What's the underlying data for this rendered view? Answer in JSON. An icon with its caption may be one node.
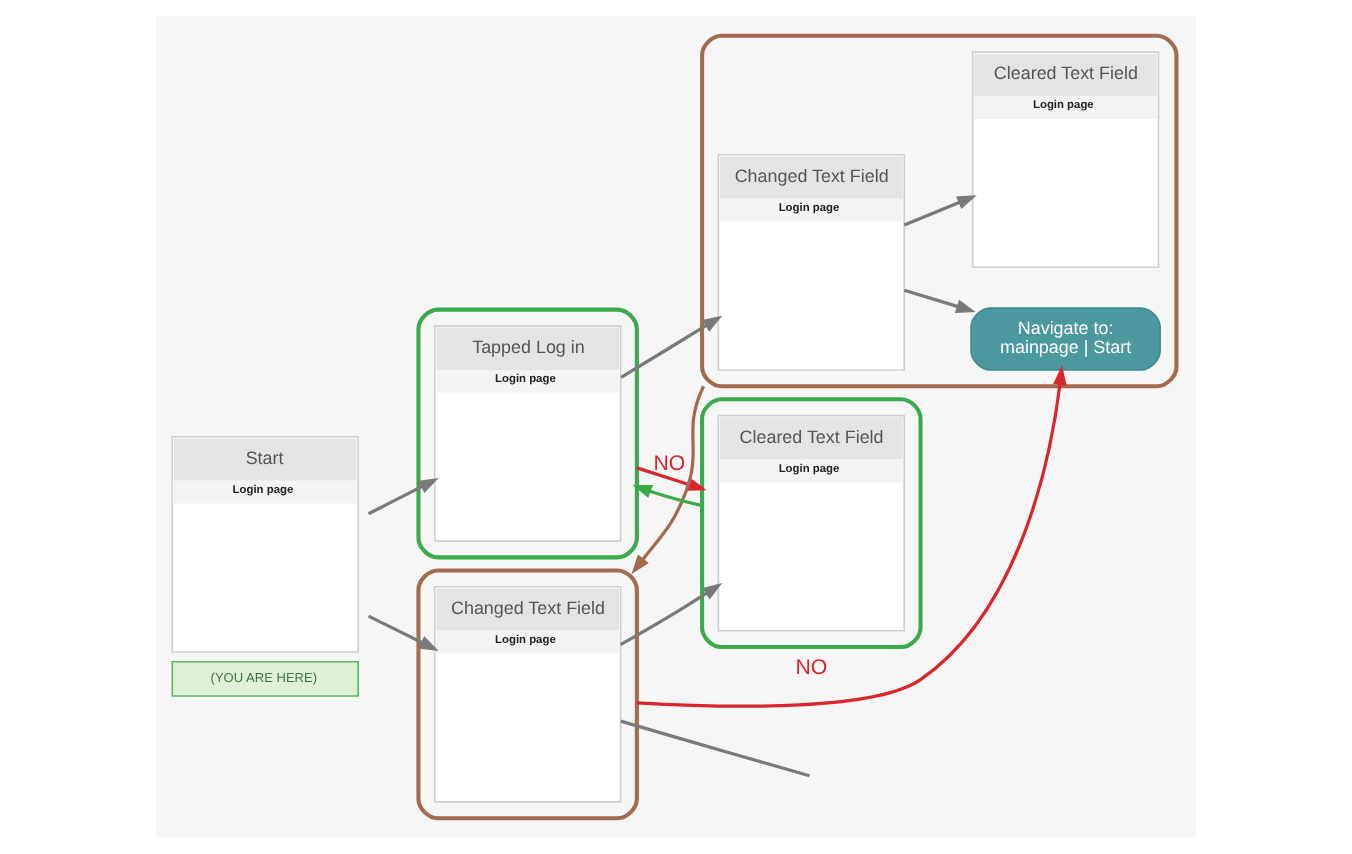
{
  "diagram": {
    "nodes": [
      {
        "text": [
          "Start",
          "Login page"
        ],
        "beside": [
          "(YOU ARE HERE)"
        ]
      },
      {
        "text": [],
        "shape": "box"
      },
      {
        "text": [
          "Tapped Log in",
          "Login page"
        ],
        "in": 1
      },
      {
        "text": [],
        "shape": "box"
      },
      {
        "text": [
          "Changed Text Field",
          "Login page"
        ],
        "in": 3
      },
      {
        "text": [
          "Cleared Text Field",
          "Login page"
        ],
        "in": 3
      },
      {
        "text": [
          "Navigate to: mainpage | Start"
        ],
        "in": 3
      },
      {
        "text": [],
        "shape": "box"
      },
      {
        "text": [
          "Changed Text Field",
          "Login page"
        ],
        "in": 7
      },
      {
        "text": [],
        "shape": "box"
      },
      {
        "text": [
          "Cleared Text Field",
          "Login page"
        ],
        "in": 9
      }
    ],
    "edges": [
      {
        "from": 0,
        "to": 2,
        "arrow": "to"
      },
      {
        "from": 0,
        "to": 8,
        "arrow": "to"
      },
      {
        "from": 2,
        "to": 4,
        "arrow": "to"
      },
      {
        "from": 4,
        "to": 5,
        "arrow": "to"
      },
      {
        "from": 4,
        "to": 6,
        "arrow": "to"
      },
      {
        "from": 8,
        "to": 10,
        "arrow": "to"
      },
      {
        "from": 8,
        "to": null,
        "arrow": "none"
      },
      {
        "from": 1,
        "to": 9,
        "arrow": "to",
        "label": "NO",
        "color": "#d9262c"
      },
      {
        "from": 9,
        "to": 1,
        "arrow": "to",
        "color": "#3aaa4a"
      },
      {
        "from": 7,
        "to": 6,
        "arrow": "to",
        "label": "NO",
        "color": "#d9262c"
      },
      {
        "from": 3,
        "to": 7,
        "arrow": "to",
        "color": "#a36b4c"
      }
    ]
  }
}
